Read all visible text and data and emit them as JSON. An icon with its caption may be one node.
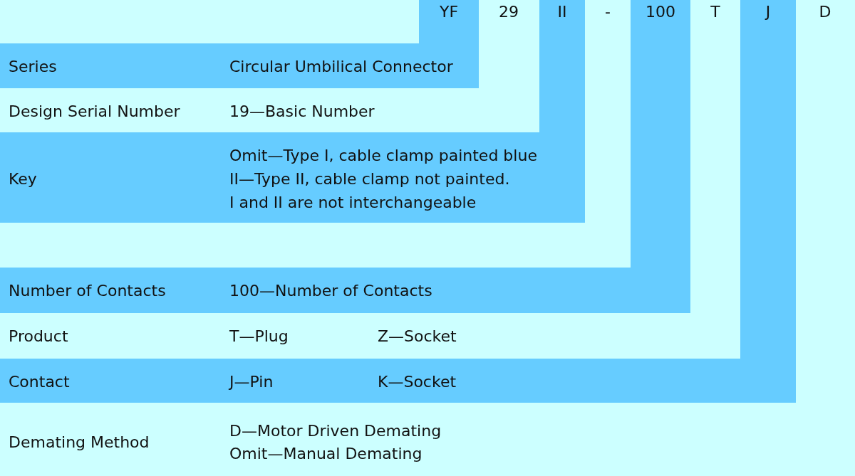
{
  "diagram": {
    "labels": [
      "YF",
      "29",
      "II",
      "-",
      "100",
      "T",
      "J",
      "D",
      "Series",
      "Circular Umbilical Connector",
      "Design Serial Number",
      "19—Basic Number",
      "Key",
      "Omit—Type I, cable clamp painted blue",
      "II—Type II, cable clamp not painted.",
      "I and II are not interchangeable",
      "Number of Contacts",
      "100—Number of Contacts",
      "Product",
      "T—Plug",
      "Z—Socket",
      "Contact",
      "J—Pin",
      "K—Socket",
      "Demating Method",
      "D—Motor Driven Demating",
      "Omit—Manual Demating"
    ]
  }
}
